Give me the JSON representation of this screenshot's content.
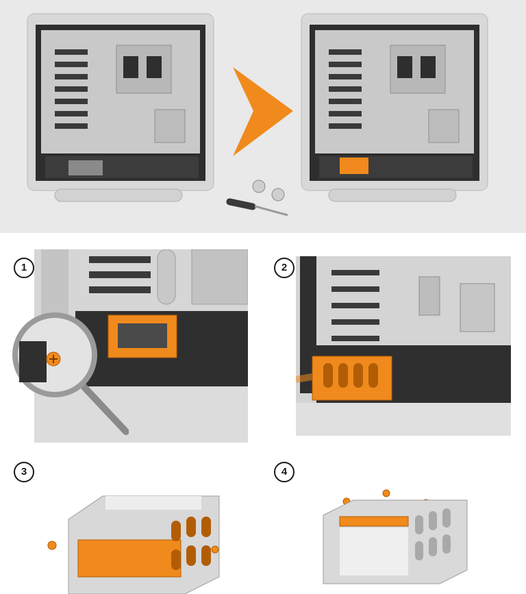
{
  "steps": [
    {
      "number": "1"
    },
    {
      "number": "2"
    },
    {
      "number": "3"
    },
    {
      "number": "4"
    }
  ],
  "colors": {
    "accent": "#f08a1c",
    "case_gray": "#d9d9d9",
    "case_dark": "#2d2d2d",
    "hero_bg": "#e9e9e9"
  },
  "icons": [
    "arrow-right-icon",
    "screw-icon",
    "screwdriver-icon",
    "magnifier-icon"
  ]
}
